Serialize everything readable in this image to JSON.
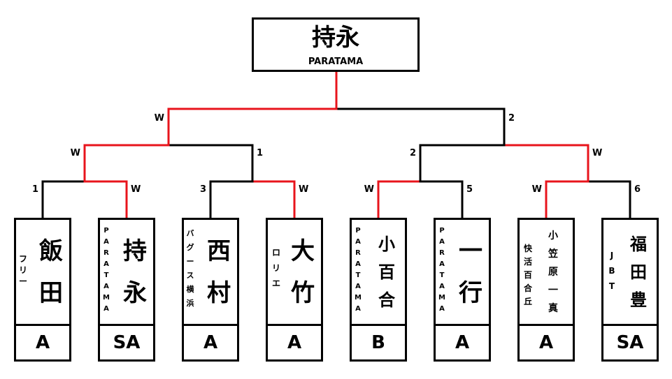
{
  "champion": {
    "name": "持永",
    "team": "PARATAMA"
  },
  "players": [
    {
      "name": [
        "飯",
        "田"
      ],
      "team": [
        "フ",
        "リ",
        "ー"
      ],
      "grade": "A"
    },
    {
      "name": [
        "持",
        "永"
      ],
      "team": [
        "P",
        "A",
        "R",
        "A",
        "T",
        "A",
        "M",
        "A"
      ],
      "grade": "SA"
    },
    {
      "name": [
        "西",
        "村"
      ],
      "team": [
        "バ",
        "グ",
        "ー",
        "ス",
        "横",
        "浜"
      ],
      "grade": "A"
    },
    {
      "name": [
        "大",
        "竹"
      ],
      "team": [
        "ロ",
        "リ",
        "エ"
      ],
      "grade": "A"
    },
    {
      "name": [
        "小",
        "百",
        "合"
      ],
      "team": [
        "P",
        "A",
        "R",
        "A",
        "T",
        "A",
        "M",
        "A"
      ],
      "grade": "B"
    },
    {
      "name": [
        "一",
        "行"
      ],
      "team": [
        "P",
        "A",
        "R",
        "A",
        "T",
        "A",
        "M",
        "A"
      ],
      "grade": "A"
    },
    {
      "name": [
        "小",
        "笠",
        "原",
        "一",
        "真"
      ],
      "team": [
        "快",
        "活",
        "百",
        "合",
        "丘"
      ],
      "grade": "A"
    },
    {
      "name": [
        "福",
        "田",
        "豊"
      ],
      "team": [
        "J",
        "B",
        "T"
      ],
      "grade": "SA"
    }
  ],
  "match_labels": {
    "r1": [
      {
        "left": "1",
        "right": "W"
      },
      {
        "left": "3",
        "right": "W"
      },
      {
        "left": "W",
        "right": "5"
      },
      {
        "left": "W",
        "right": "6"
      }
    ],
    "r2": [
      {
        "left": "W",
        "right": "1"
      },
      {
        "left": "2",
        "right": "W"
      }
    ],
    "r3": [
      {
        "left": "W",
        "right": "2"
      }
    ]
  },
  "colors": {
    "winner_line": "#e8141c",
    "loser_line": "#000000",
    "border": "#000000",
    "background": "#ffffff"
  },
  "winners": {
    "r1": [
      "right",
      "right",
      "left",
      "left"
    ],
    "r2": [
      "left",
      "right"
    ],
    "r3": [
      "left"
    ]
  }
}
